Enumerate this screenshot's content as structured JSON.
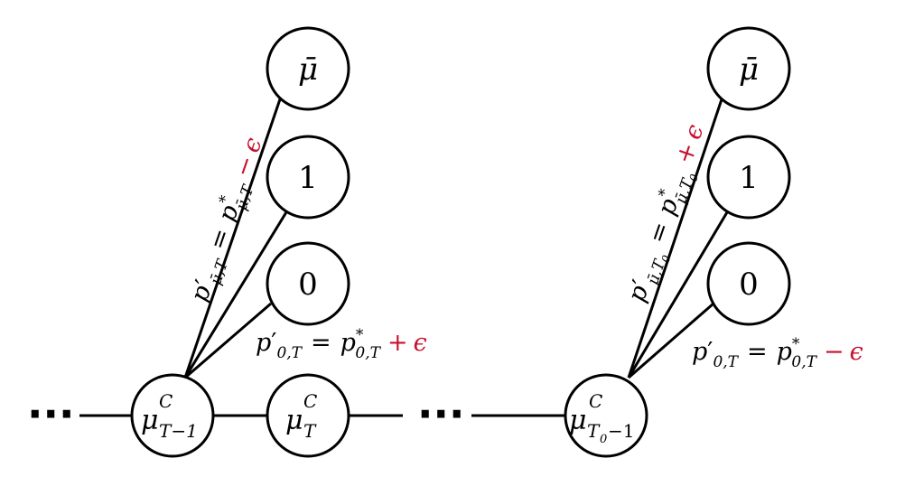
{
  "colors": {
    "stroke": "#000000",
    "node_fill": "#ffffff",
    "epsilon": "#c8102e"
  },
  "ellipsis": "···",
  "left_tree": {
    "chain": [
      {
        "base": "μ",
        "sup": "C",
        "sub": "T−1"
      },
      {
        "base": "μ",
        "sup": "C",
        "sub": "T"
      }
    ],
    "leaves": [
      {
        "label": "μ̄"
      },
      {
        "label": "1"
      },
      {
        "label": "0"
      }
    ],
    "edge_top": {
      "p": "p",
      "prime": "′",
      "sub": "μ̄,T",
      "eq": "=",
      "star": "*",
      "op": "−",
      "eps": "ϵ"
    },
    "edge_bottom": {
      "p": "p",
      "prime": "′",
      "sub": "0,T",
      "eq": "=",
      "star": "*",
      "op": "+",
      "eps": "ϵ"
    }
  },
  "right_tree": {
    "chain": [
      {
        "base": "μ",
        "sup": "C",
        "sub": "T",
        "subsub": "0",
        "tail": "−1"
      }
    ],
    "leaves": [
      {
        "label": "μ̄"
      },
      {
        "label": "1"
      },
      {
        "label": "0"
      }
    ],
    "edge_top": {
      "p": "p",
      "prime": "′",
      "sub": "μ̄,T",
      "subsub": "0",
      "eq": "=",
      "star": "*",
      "op": "+",
      "eps": "ϵ"
    },
    "edge_bottom": {
      "p": "p",
      "prime": "′",
      "sub": "0,T",
      "eq": "=",
      "star": "*",
      "op": "−",
      "eps": "ϵ"
    }
  }
}
